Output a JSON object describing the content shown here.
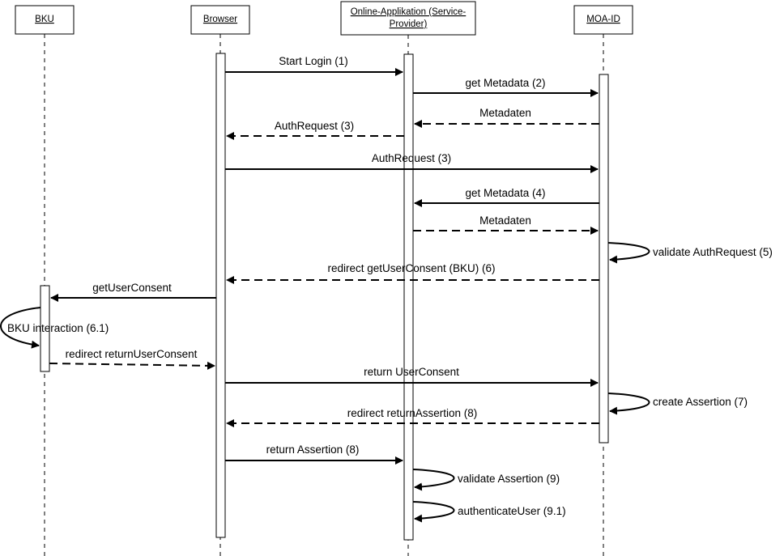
{
  "participants": [
    {
      "id": "bku",
      "label": "BKU"
    },
    {
      "id": "browser",
      "label": "Browser"
    },
    {
      "id": "sp",
      "label_line1": "Online-Applikation (Service-",
      "label_line2": "Provider)"
    },
    {
      "id": "moa",
      "label": "MOA-ID"
    }
  ],
  "messages": [
    {
      "label": "Start Login (1)",
      "style": "solid"
    },
    {
      "label": "get Metadata (2)",
      "style": "solid"
    },
    {
      "label": "Metadaten",
      "style": "dashed"
    },
    {
      "label": "AuthRequest (3)",
      "style": "dashed"
    },
    {
      "label": "AuthRequest (3)",
      "style": "solid"
    },
    {
      "label": "get Metadata (4)",
      "style": "solid"
    },
    {
      "label": "Metadaten",
      "style": "dashed"
    },
    {
      "label": "validate AuthRequest (5)",
      "style": "self"
    },
    {
      "label": "redirect getUserConsent (BKU) (6)",
      "style": "dashed"
    },
    {
      "label": "getUserConsent",
      "style": "solid"
    },
    {
      "label": "BKU interaction (6.1)",
      "style": "self"
    },
    {
      "label": "redirect returnUserConsent",
      "style": "dashed"
    },
    {
      "label": "return UserConsent",
      "style": "solid"
    },
    {
      "label": "create Assertion (7)",
      "style": "self"
    },
    {
      "label": "redirect returnAssertion (8)",
      "style": "dashed"
    },
    {
      "label": "return Assertion (8)",
      "style": "solid"
    },
    {
      "label": "validate Assertion (9)",
      "style": "self"
    },
    {
      "label": "authenticateUser (9.1)",
      "style": "self"
    }
  ]
}
